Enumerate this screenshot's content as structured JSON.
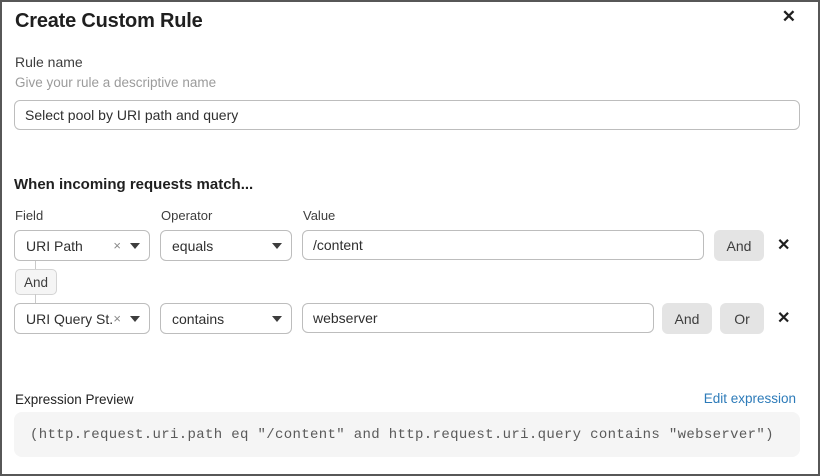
{
  "dialog": {
    "title": "Create Custom Rule"
  },
  "icons": {
    "close": "✕",
    "delete_row": "✕",
    "clear_selection": "×"
  },
  "rule_name": {
    "label": "Rule name",
    "helper": "Give your rule a descriptive name",
    "value": "Select pool by URI path and query"
  },
  "match": {
    "heading": "When incoming requests match...",
    "columns": {
      "field": "Field",
      "operator": "Operator",
      "value": "Value"
    },
    "rows": [
      {
        "field": "URI Path",
        "operator": "equals",
        "value": "/content",
        "and_label": "And"
      },
      {
        "field": "URI Query St...",
        "operator": "contains",
        "value": "webserver",
        "and_label": "And",
        "or_label": "Or"
      }
    ],
    "connector_label": "And"
  },
  "preview": {
    "label": "Expression Preview",
    "edit_link": "Edit expression",
    "expression": "(http.request.uri.path eq \"/content\" and http.request.uri.query contains \"webserver\")"
  },
  "colors": {
    "link_blue": "#2d7bb9",
    "dialog_border": "#575757",
    "code_background": "#f5f5f5",
    "button_gray": "#e4e4e4"
  }
}
